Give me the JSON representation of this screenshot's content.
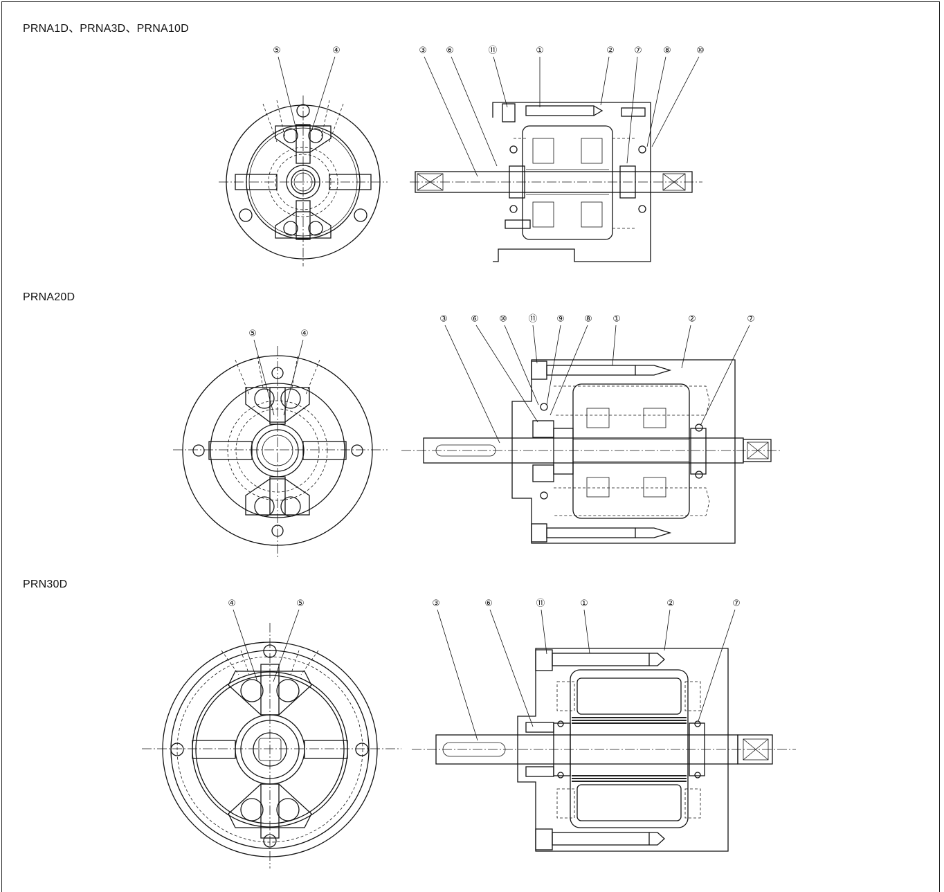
{
  "sections": [
    {
      "title": "PRNA1D、PRNA3D、PRNA10D",
      "front_callouts": [
        "⑤",
        "④"
      ],
      "side_callouts": [
        "③",
        "⑥",
        "⑪",
        "①",
        "②",
        "⑦",
        "⑧",
        "⑩"
      ]
    },
    {
      "title": "PRNA20D",
      "front_callouts": [
        "⑤",
        "④"
      ],
      "side_callouts": [
        "③",
        "⑥",
        "⑩",
        "⑪",
        "⑨",
        "⑧",
        "①",
        "②",
        "⑦"
      ]
    },
    {
      "title": "PRN30D",
      "front_callouts": [
        "④",
        "⑤"
      ],
      "side_callouts": [
        "③",
        "⑥",
        "⑪",
        "①",
        "②",
        "⑦"
      ]
    }
  ]
}
